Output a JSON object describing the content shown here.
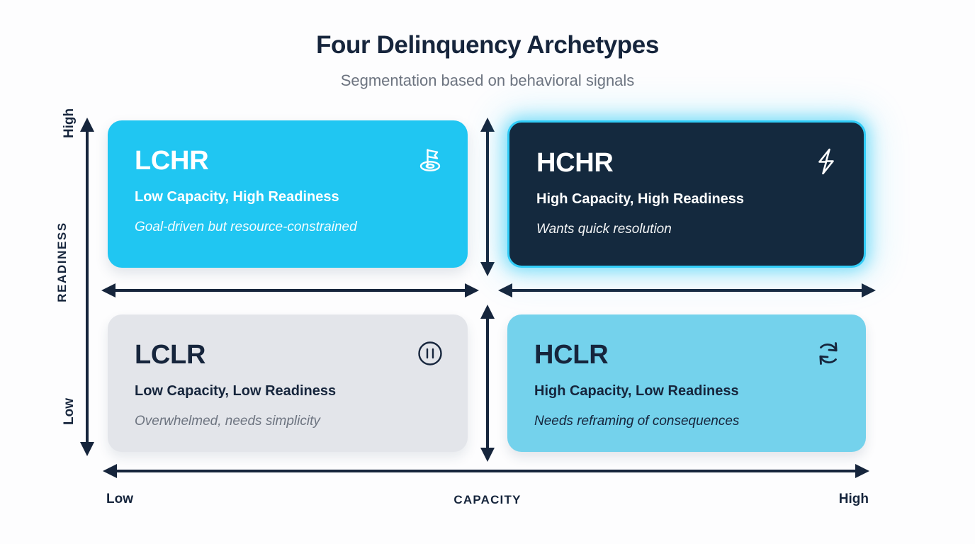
{
  "header": {
    "title": "Four Delinquency Archetypes",
    "subtitle": "Segmentation based on behavioral signals"
  },
  "axes": {
    "y": {
      "label": "READINESS",
      "high": "High",
      "low": "Low"
    },
    "x": {
      "label": "CAPACITY",
      "low": "Low",
      "high": "High"
    }
  },
  "colors": {
    "navy": "#16253c",
    "cyan": "#20c6f2",
    "light_blue": "#74d2ec",
    "grey": "#e3e5ea",
    "dark_card": "#14293e",
    "glow": "#31ccf7",
    "subtitle_grey": "#6d7480"
  },
  "quadrants": [
    {
      "code": "LCHR",
      "description": "Low Capacity, High Readiness",
      "note": "Goal-driven but resource-constrained",
      "icon": "flag-hole-icon",
      "position": "top-left"
    },
    {
      "code": "HCHR",
      "description": "High Capacity, High Readiness",
      "note": "Wants quick resolution",
      "icon": "lightning-bolt-icon",
      "position": "top-right"
    },
    {
      "code": "LCLR",
      "description": "Low Capacity, Low Readiness",
      "note": "Overwhelmed, needs simplicity",
      "icon": "pause-circle-icon",
      "position": "bottom-left"
    },
    {
      "code": "HCLR",
      "description": "High Capacity, Low Readiness",
      "note": "Needs reframing of consequences",
      "icon": "refresh-cycle-icon",
      "position": "bottom-right"
    }
  ],
  "chart_data": {
    "type": "matrix",
    "title": "Four Delinquency Archetypes",
    "subtitle": "Segmentation based on behavioral signals",
    "xlabel": "CAPACITY",
    "ylabel": "READINESS",
    "xticks": [
      "Low",
      "High"
    ],
    "yticks": [
      "Low",
      "High"
    ],
    "cells": [
      {
        "x": "Low",
        "y": "High",
        "code": "LCHR",
        "label": "Low Capacity, High Readiness",
        "note": "Goal-driven but resource-constrained",
        "color": "#20c6f2"
      },
      {
        "x": "High",
        "y": "High",
        "code": "HCHR",
        "label": "High Capacity, High Readiness",
        "note": "Wants quick resolution",
        "color": "#14293e"
      },
      {
        "x": "Low",
        "y": "Low",
        "code": "LCLR",
        "label": "Low Capacity, Low Readiness",
        "note": "Overwhelmed, needs simplicity",
        "color": "#e3e5ea"
      },
      {
        "x": "High",
        "y": "Low",
        "code": "HCLR",
        "label": "High Capacity, Low Readiness",
        "note": "Needs reframing of consequences",
        "color": "#74d2ec"
      }
    ]
  }
}
